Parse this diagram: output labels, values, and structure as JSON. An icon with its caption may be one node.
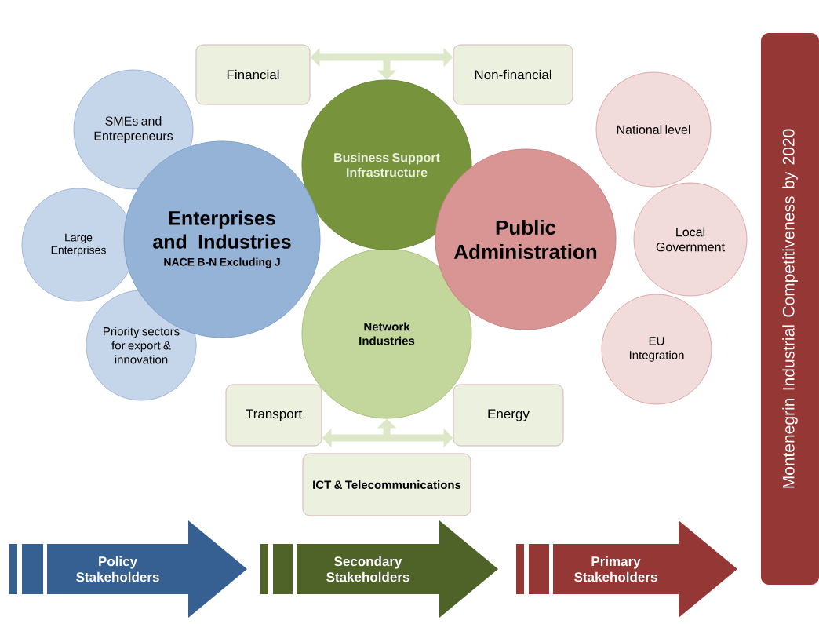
{
  "diagram": {
    "nodes": [
      {
        "text": [
          "SMEs and Entrepreneurs"
        ]
      },
      {
        "text": [
          "Large Enterprises"
        ]
      },
      {
        "text": [
          "Priority sectors for export & innovation"
        ]
      },
      {
        "text": [
          "Enterprises and Industries",
          "NACE B-N Excluding  J"
        ]
      },
      {
        "text": [
          "Financial"
        ]
      },
      {
        "text": [
          "Non-financial"
        ]
      },
      {
        "text": [
          "Business Support Infrastructure"
        ]
      },
      {
        "text": [
          "Network Industries"
        ]
      },
      {
        "text": [
          "Public Administration"
        ]
      },
      {
        "text": [
          "National level"
        ]
      },
      {
        "text": [
          "Local Government"
        ]
      },
      {
        "text": [
          "EU Integration"
        ]
      },
      {
        "text": [
          "Transport"
        ]
      },
      {
        "text": [
          "Energy"
        ]
      },
      {
        "text": [
          "ICT & Telecommunications"
        ]
      },
      {
        "text": [
          "Policy Stakeholders"
        ]
      },
      {
        "text": [
          "Secondary Stakeholders"
        ]
      },
      {
        "text": [
          "Primary Stakeholders"
        ]
      },
      {
        "text": [
          "Montenegrin Industrial Competitiveness by 2020"
        ]
      }
    ],
    "edges": [
      {
        "from": 4,
        "to": 5,
        "arrow": "both"
      },
      {
        "from": null,
        "to": 6,
        "arrow": "to"
      },
      {
        "from": 12,
        "to": 13,
        "arrow": "both"
      },
      {
        "from": null,
        "to": 7,
        "arrow": "to"
      }
    ]
  }
}
